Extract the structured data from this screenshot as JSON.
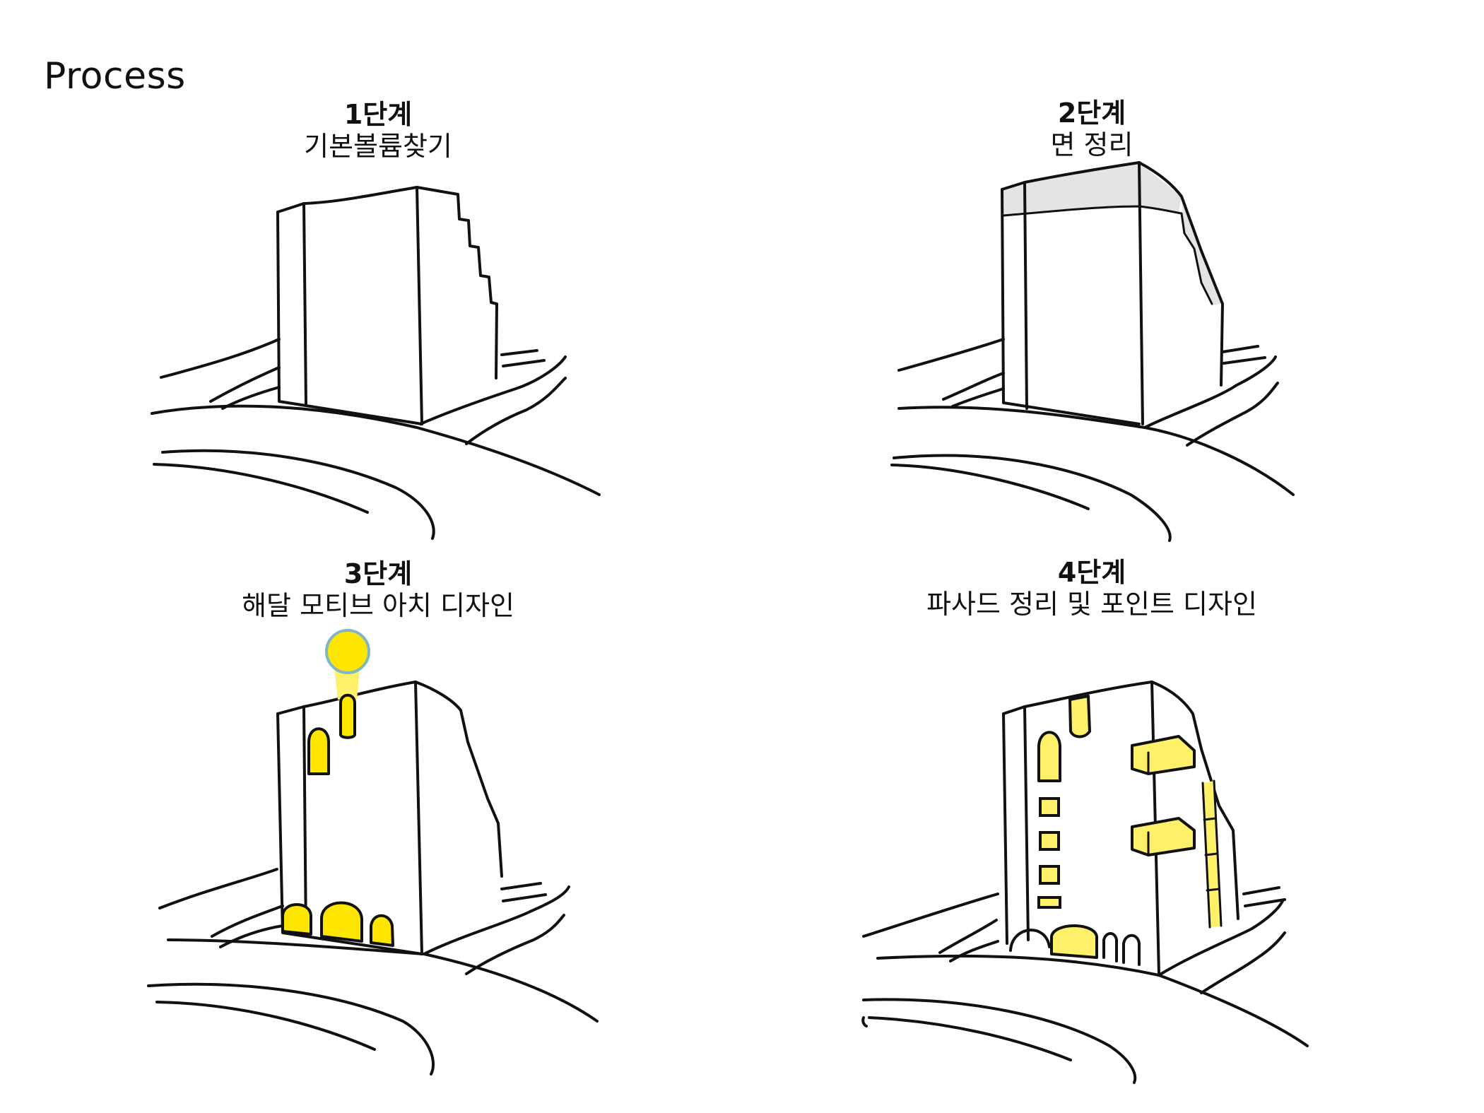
{
  "title": "Process",
  "steps": [
    {
      "number": "1단계",
      "description": "기본볼륨찾기"
    },
    {
      "number": "2단계",
      "description": "면 정리"
    },
    {
      "number": "3단계",
      "description": "해달 모티브 아치 디자인"
    },
    {
      "number": "4단계",
      "description": "파사드 정리 및 포인트 디자인"
    }
  ],
  "colors": {
    "highlight": "#ffe600",
    "highlight_soft": "#fff06a",
    "sun_outline": "#7fb7c4",
    "facade_shade": "#e4e4e4",
    "ink": "#111111"
  }
}
